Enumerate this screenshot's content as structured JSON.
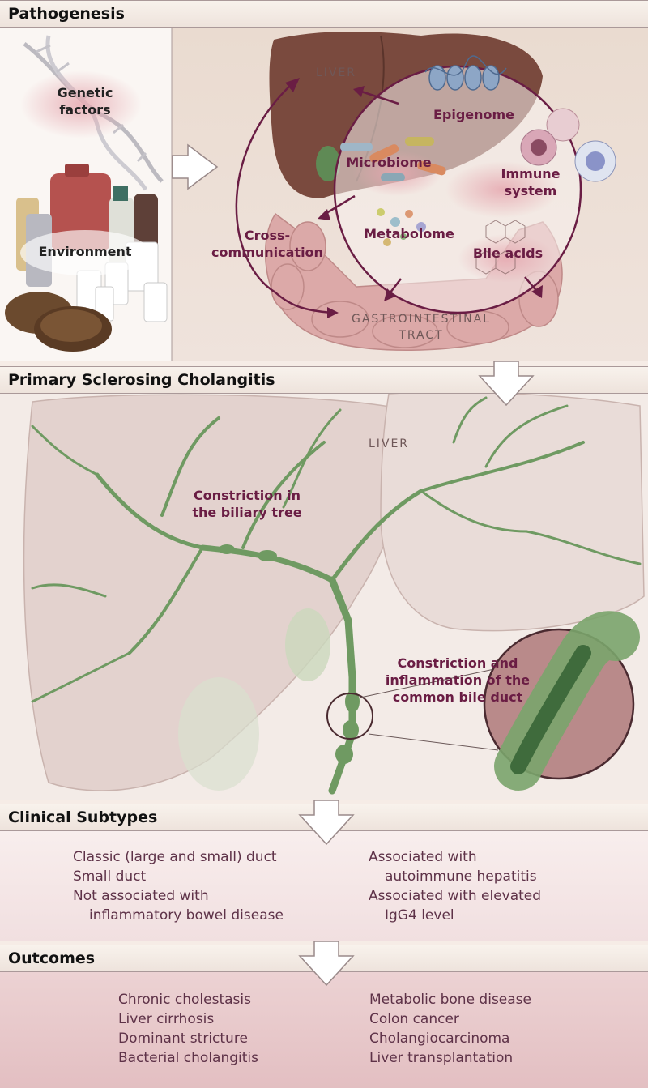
{
  "sections": {
    "pathogenesis": "Pathogenesis",
    "psc": "Primary Sclerosing Cholangitis",
    "subtypes": "Clinical Subtypes",
    "outcomes": "Outcomes"
  },
  "pathogenesis": {
    "genetic": "Genetic\nfactors",
    "environment": "Environment",
    "liver": "LIVER",
    "gi": "GASTROINTESTINAL\nTRACT",
    "cross": "Cross-\ncommunication",
    "epigenome": "Epigenome",
    "microbiome": "Microbiome",
    "immune": "Immune\nsystem",
    "metabolome": "Metabolome",
    "bile_acids": "Bile acids"
  },
  "psc": {
    "liver": "LIVER",
    "constriction": "Constriction in\nthe biliary tree",
    "cbd": "Constriction and\ninflammation of  the\ncommon bile duct"
  },
  "subtypes": {
    "left": [
      {
        "text": "Classic (large and small) duct",
        "indent": false
      },
      {
        "text": "Small duct",
        "indent": false
      },
      {
        "text": "Not associated with",
        "indent": false
      },
      {
        "text": "inflammatory bowel disease",
        "indent": true
      }
    ],
    "right": [
      {
        "text": "Associated with",
        "indent": false
      },
      {
        "text": "autoimmune hepatitis",
        "indent": true
      },
      {
        "text": "Associated with elevated",
        "indent": false
      },
      {
        "text": "IgG4 level",
        "indent": true
      }
    ]
  },
  "outcomes": {
    "left": [
      "Chronic cholestasis",
      "Liver cirrhosis",
      "Dominant stricture",
      "Bacterial cholangitis"
    ],
    "right": [
      "Metabolic bone disease",
      "Colon cancer",
      "Cholangiocarcinoma",
      "Liver transplantation"
    ]
  },
  "colors": {
    "label": "#6a1d44",
    "duct": "#6f9a62",
    "arrow": "#6a1d44",
    "liver": "#7a4a3e"
  }
}
